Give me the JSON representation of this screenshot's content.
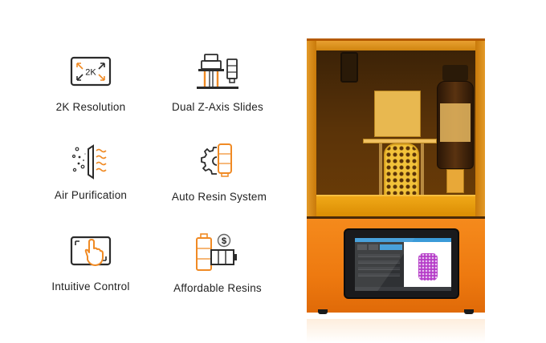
{
  "features": [
    {
      "id": "2k-resolution",
      "label": "2K Resolution",
      "icon": "expand-screen-icon",
      "icon_text": "2K"
    },
    {
      "id": "dual-z-axis",
      "label": "Dual Z-Axis Slides",
      "icon": "z-axis-slides-icon"
    },
    {
      "id": "air-purification",
      "label": "Air Purification",
      "icon": "air-filter-icon"
    },
    {
      "id": "auto-resin",
      "label": "Auto Resin System",
      "icon": "gear-resin-icon"
    },
    {
      "id": "intuitive-control",
      "label": "Intuitive Control",
      "icon": "touchscreen-hand-icon"
    },
    {
      "id": "affordable-resins",
      "label": "Affordable Resins",
      "icon": "resin-bottle-dollar-icon",
      "icon_text": "$"
    }
  ],
  "colors": {
    "accent": "#f08a24",
    "outline": "#2b2b2b",
    "printer_orange": "#f58a1c",
    "hood_amber": "#d98a12"
  }
}
